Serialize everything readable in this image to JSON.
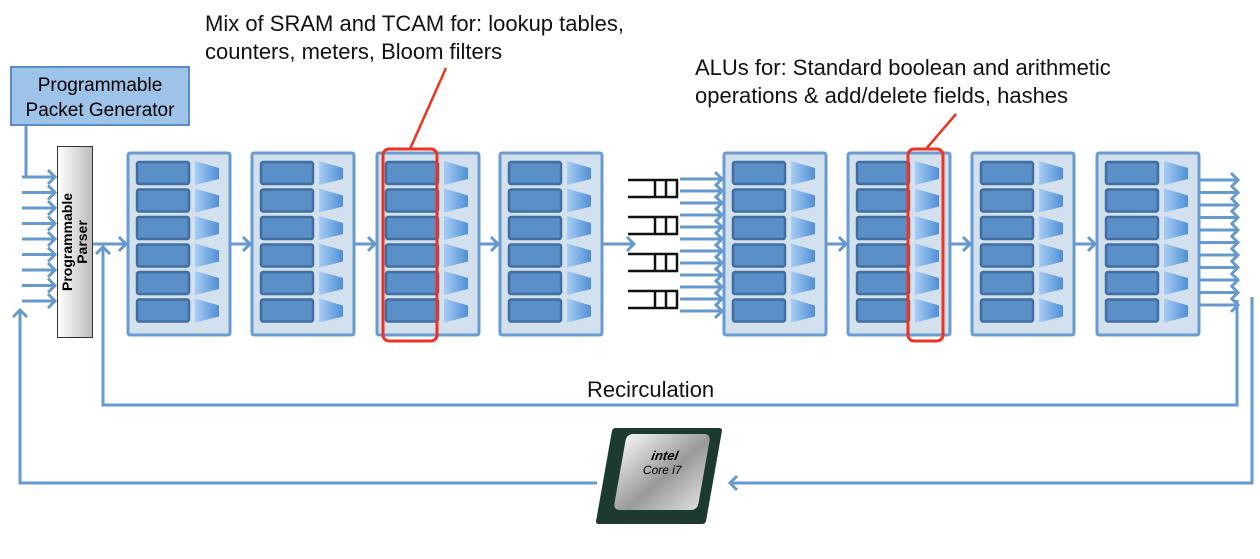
{
  "generator": {
    "line1": "Programmable",
    "line2": "Packet Generator"
  },
  "parser": {
    "line1": "Programmable",
    "line2": "Parser"
  },
  "annotations": {
    "memory": {
      "line1": "Mix of SRAM and TCAM for: lookup tables,",
      "line2": "counters, meters, Bloom filters"
    },
    "alu": {
      "line1": "ALUs for: Standard boolean and arithmetic",
      "line2": "operations & add/delete fields, hashes"
    }
  },
  "recirculation": "Recirculation",
  "cpu": {
    "brand": "intel",
    "model": "Core i7"
  },
  "colors": {
    "arrow": "#6699cc",
    "stage_fill": "#d3e0ee",
    "stage_border": "#6a9bd0",
    "table": "#5a8fc8",
    "highlight": "#ee3322"
  }
}
